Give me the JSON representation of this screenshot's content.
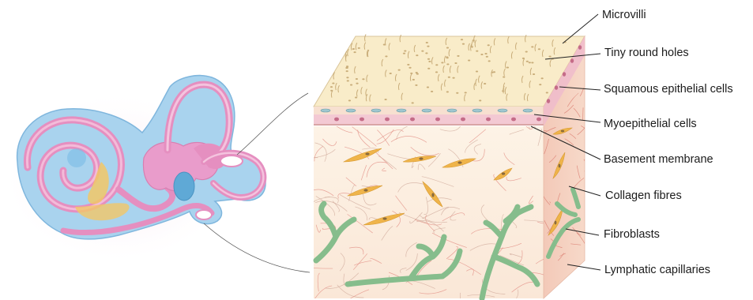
{
  "diagram": {
    "labels": [
      {
        "id": "microvilli",
        "text": "Microvilli"
      },
      {
        "id": "tiny-round-holes",
        "text": "Tiny round holes"
      },
      {
        "id": "squamous-epithelial-cells",
        "text": "Squamous epithelial cells"
      },
      {
        "id": "myoepithelial-cells",
        "text": "Myoepithelial cells"
      },
      {
        "id": "basement-membrane",
        "text": "Basement membrane"
      },
      {
        "id": "collagen-fibres",
        "text": "Collagen fibres"
      },
      {
        "id": "fibroblasts",
        "text": "Fibroblasts"
      },
      {
        "id": "lymphatic-capillaries",
        "text": "Lymphatic capillaries"
      }
    ]
  },
  "colors": {
    "membranous_pink": "#e58fc0",
    "bony_blue": "#a9d3ee",
    "cochlea_blue": "#7bbde6",
    "yellow": "#f2c766",
    "tissue_cream": "#fbeede",
    "surface_cream": "#f9ecc9",
    "fibroblast": "#efb44a",
    "lymphatic": "#86bd8c",
    "collagen": "#e0887f"
  }
}
